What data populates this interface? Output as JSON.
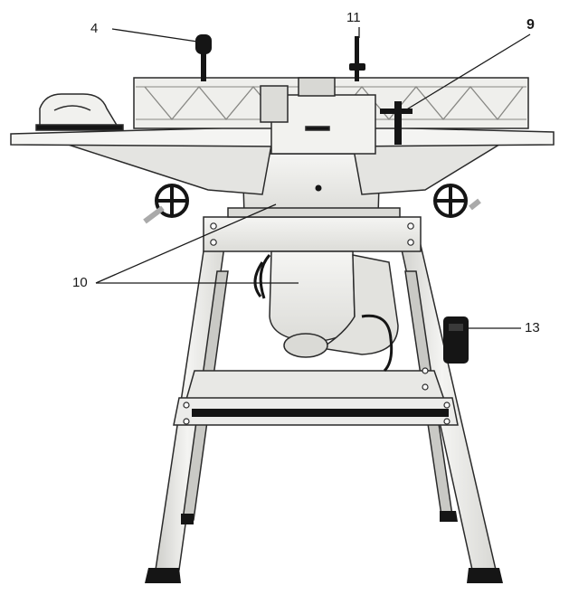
{
  "callouts": [
    {
      "id": "c4",
      "label": "4"
    },
    {
      "id": "c11",
      "label": "11"
    },
    {
      "id": "c9",
      "label": "9"
    },
    {
      "id": "c10",
      "label": "10"
    },
    {
      "id": "c13",
      "label": "13"
    }
  ],
  "colors": {
    "machine_fill": "#eeeeec",
    "machine_shade": "#d6d6d2",
    "outline": "#2a2a2a",
    "dark": "#151515",
    "leader": "#1a1a1a"
  },
  "icons": {
    "fence_handle": "knob-lever-icon",
    "handwheel": "handwheel-icon",
    "switch": "switch-icon",
    "push_block": "push-block-icon"
  }
}
